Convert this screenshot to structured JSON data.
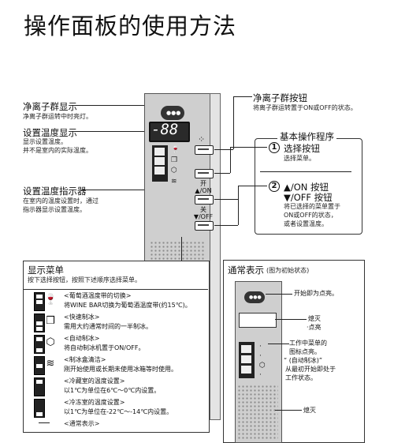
{
  "title": "操作面板的使用方法",
  "left_labels": {
    "ion_display": {
      "title": "净离子群显示",
      "desc": [
        "净离子群运转中时亮灯。"
      ]
    },
    "temp_display": {
      "title": "设置温度显示",
      "desc": [
        "显示设置温度。",
        "并不是室内的实际温度。"
      ]
    },
    "temp_indicator": {
      "title": "设置温度指示器",
      "desc": [
        "在室内的温度设置时，通过",
        "指示器显示设置温度。"
      ]
    }
  },
  "panel": {
    "lcd_value": "-88",
    "btn_open_top": "开",
    "btn_on_label": "▲/ON",
    "btn_close_top": "关",
    "btn_off_label": "▼/OFF"
  },
  "ion_button": {
    "title": "净离子群按钮",
    "desc": "将离子群运转置于ON或OFF的状态。"
  },
  "basic_operation": {
    "title": "基本操作程序",
    "step1": {
      "num": "1",
      "title": "选择按钮",
      "desc": "选择菜单。"
    },
    "step2": {
      "num": "2",
      "title_on": "▲/ON 按钮",
      "title_off": "▼/OFF 按钮",
      "desc": [
        "将已选择的菜单置于",
        "ON或OFF的状态，",
        "或者设置温度。"
      ]
    }
  },
  "menu": {
    "title": "显示菜单",
    "subtitle": "按下选择按钮，按照下述顺序选择菜单。",
    "rows": [
      {
        "line1": "<葡萄酒温度带的切换>",
        "line2": "将WINE BAR切换为葡萄酒温度带(约15℃)。",
        "icon": "wine-glass-icon"
      },
      {
        "line1": "<快速制冰>",
        "line2": "需用大约通常时间的一半制冰。",
        "icon": "ice-cube-icon"
      },
      {
        "line1": "<自动制冰>",
        "line2": "将自动制冰机置于ON/OFF。",
        "icon": "ice-maker-icon"
      },
      {
        "line1": "<制冰盒清洁>",
        "line2": "刚开始使用或长期未使用冰箱等时使用。",
        "icon": "clean-icon"
      },
      {
        "line1": "<冷藏室的温度设置>",
        "line2": "以1℃为单位在6℃～0℃内设置。",
        "icon": "fridge-icon"
      },
      {
        "line1": "<冷冻室的温度设置>",
        "line2": "以1℃为单位在-22℃～-14℃内设置。",
        "icon": "freezer-icon"
      }
    ],
    "footer": "<通常表示>"
  },
  "normal": {
    "title": "通常表示",
    "note": "(图为初始状态)",
    "labels": {
      "ion": "开始即为点亮。",
      "off1": "熄灭",
      "dot": "·点亮",
      "menu_icon": [
        "工作中菜单的",
        "图标点亮。",
        "“ (自动制冰)”",
        "从最初开始即处于",
        "工作状态。"
      ],
      "off2": "熄灭"
    }
  }
}
